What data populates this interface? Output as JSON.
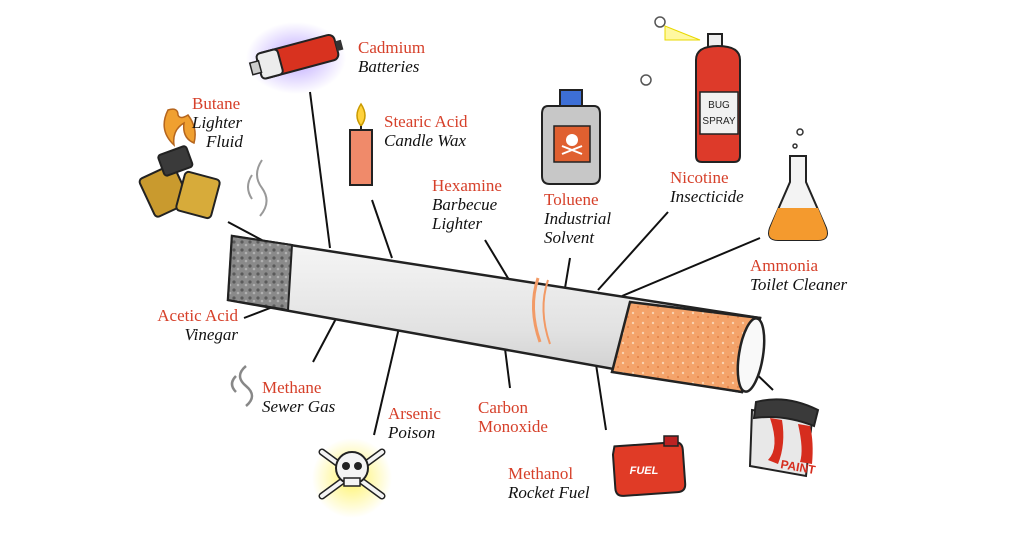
{
  "colors": {
    "chemical_name": "#d6402a",
    "use_text": "#111111",
    "filter": "#f3a062",
    "paper": "#e6e6e6",
    "ash": "#7d7d7d"
  },
  "items": [
    {
      "key": "cadmium",
      "name": "Cadmium",
      "use": [
        "Batteries"
      ],
      "icon": "battery-icon"
    },
    {
      "key": "butane",
      "name": "Butane",
      "use": [
        "Lighter",
        "Fluid"
      ],
      "icon": "lighter-icon"
    },
    {
      "key": "stearic",
      "name": "Stearic Acid",
      "use": [
        "Candle Wax"
      ],
      "icon": "candle-icon"
    },
    {
      "key": "hexamine",
      "name": "Hexamine",
      "use": [
        "Barbecue",
        "Lighter"
      ],
      "icon": null
    },
    {
      "key": "toluene",
      "name": "Toluene",
      "use": [
        "Industrial",
        "Solvent"
      ],
      "icon": "solvent-bottle-icon"
    },
    {
      "key": "nicotine",
      "name": "Nicotine",
      "use": [
        "Insecticide"
      ],
      "icon": "bug-spray-can-icon"
    },
    {
      "key": "ammonia",
      "name": "Ammonia",
      "use": [
        "Toilet Cleaner"
      ],
      "icon": "flask-icon"
    },
    {
      "key": "acetic",
      "name": "Acetic Acid",
      "use": [
        "Vinegar"
      ],
      "icon": null
    },
    {
      "key": "methane",
      "name": "Methane",
      "use": [
        "Sewer Gas"
      ],
      "icon": "gas-fumes-icon"
    },
    {
      "key": "arsenic",
      "name": "Arsenic",
      "use": [
        "Poison"
      ],
      "icon": "skull-crossbones-icon"
    },
    {
      "key": "carbon",
      "name": "Carbon",
      "use": [
        "Monoxide"
      ],
      "icon": null
    },
    {
      "key": "methanol",
      "name": "Methanol",
      "use": [
        "Rocket Fuel"
      ],
      "icon": "fuel-can-icon"
    }
  ],
  "icon_text": {
    "spray_can": [
      "BUG",
      "SPRAY"
    ],
    "fuel_can": "FUEL",
    "paint_can": "PAINT"
  }
}
